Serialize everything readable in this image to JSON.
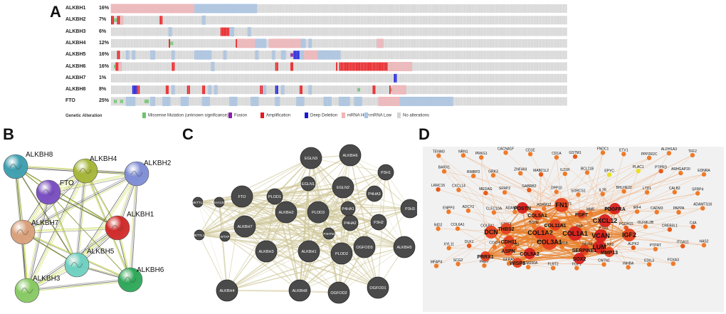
{
  "panels": {
    "a": "A",
    "b": "B",
    "c": "C",
    "d": "D"
  },
  "oncoprint": {
    "genes": [
      {
        "name": "ALKBH1",
        "pct": "16%"
      },
      {
        "name": "ALKBH2",
        "pct": "7%"
      },
      {
        "name": "ALKBH3",
        "pct": "6%"
      },
      {
        "name": "ALKBH4",
        "pct": "12%"
      },
      {
        "name": "ALKBH5",
        "pct": "16%"
      },
      {
        "name": "ALKBH6",
        "pct": "16%"
      },
      {
        "name": "ALKBH7",
        "pct": "1%"
      },
      {
        "name": "ALKBH8",
        "pct": "8%"
      },
      {
        "name": "FTO",
        "pct": "25%"
      }
    ],
    "legend_title": "Genetic Alteration",
    "legend": [
      {
        "label": "Missense Mutation (unknown significance)",
        "color": "#6ec26e"
      },
      {
        "label": "Fusion",
        "color": "#8b1fa8"
      },
      {
        "label": "Amplification",
        "color": "#e8191c"
      },
      {
        "label": "Deep Deletion",
        "color": "#1818d8"
      },
      {
        "label": "mRNA High",
        "color": "#f2b5b8"
      },
      {
        "label": "mRNA Low",
        "color": "#a9c4e4"
      },
      {
        "label": "No alterations",
        "color": "#d4d4d4"
      }
    ]
  },
  "string_network": {
    "nodes": [
      {
        "label": "ALKBH8",
        "color": "#3f9fb0"
      },
      {
        "label": "ALKBH4",
        "color": "#a6b63a"
      },
      {
        "label": "ALKBH2",
        "color": "#7f8ed6"
      },
      {
        "label": "FTO",
        "color": "#7a4fc2"
      },
      {
        "label": "ALKBH1",
        "color": "#d12b2b"
      },
      {
        "label": "ALKBH7",
        "color": "#d9a07c"
      },
      {
        "label": "ALKBH5",
        "color": "#6fd0c0"
      },
      {
        "label": "ALKBH3",
        "color": "#88c964"
      },
      {
        "label": "ALKBH6",
        "color": "#2fa85a"
      }
    ]
  },
  "genemania": {
    "nodes": [
      "EGLN3",
      "ALKBH6",
      "FTO",
      "PLOD1",
      "EGLN1",
      "EGLN2",
      "P3H1",
      "P4HA3",
      "METTL3",
      "KIAA1429",
      "ALKBH7",
      "ALKBH2",
      "PLOD3",
      "P4HA1",
      "P3H3",
      "METTL14",
      "WTAP",
      "P4HTM",
      "P4HA2",
      "P3H2",
      "ALKBH3",
      "ALKBH1",
      "PLOD2",
      "OGFOD3",
      "ALKBH5",
      "ALKBH4",
      "ALKBH8",
      "OGFOD2",
      "OGFOD1"
    ]
  },
  "coexpression": {
    "large": [
      "POSTN",
      "FN1",
      "COL5A1",
      "PDGFRA",
      "COL11A1",
      "FGF7",
      "CXCL12",
      "THBS2",
      "COL1A2",
      "COL1A1",
      "DCN",
      "CDH11",
      "VCAN",
      "IGF2",
      "COL3A1",
      "LUM",
      "SERPINE1",
      "MMP13",
      "COL5A2",
      "ASPN",
      "WISP1",
      "SOX2",
      "PRRX1"
    ],
    "small": [
      "TENM3",
      "NRN1",
      "PRKG1",
      "CACNA1F",
      "CD1E",
      "CD1A",
      "GSTM1",
      "FNDC1",
      "ETV1",
      "PPP2R2C",
      "ALDH1A3",
      "TFF2",
      "BARX1",
      "RIMBP2",
      "GRK3",
      "ZNF469",
      "MAB21L2",
      "IL21R",
      "BCL11B",
      "EPYC",
      "PLAC1",
      "PTPRD",
      "ARHGAP20",
      "EDNRA",
      "LRRC15",
      "CXCL14",
      "MEDAG",
      "SFRP2",
      "GABRB2",
      "DPP10",
      "SORCS1",
      "IL7R",
      "BHLHE22",
      "LTD1",
      "CALB2",
      "SFRP4",
      "ENPP3",
      "ADCY2",
      "CLEC10A",
      "ADAMTS12",
      "ADAM12",
      "KCNT1",
      "MME",
      "KCNA1",
      "IRF4",
      "CADM3",
      "PAPPA",
      "ADAMTS16",
      "NID2",
      "COL6A1",
      "COL8A1",
      "CTCFL",
      "BCHE",
      "COL10A1",
      "PAP",
      "FTIA1",
      "PCDH15",
      "OLFML2B",
      "CREB3L1",
      "C4A",
      "XYL11",
      "DLK1",
      "COCH",
      "EPB2",
      "ARSJ",
      "CDH18",
      "NEFM",
      "LHX2",
      "ALPK2",
      "PTPRT",
      "ITGA11",
      "HAS2",
      "MFAP4",
      "SCG2",
      "PAEP",
      "GFRA1",
      "TMEM200A",
      "FLRT2",
      "FGF1",
      "CNTN1",
      "INHBA",
      "EDIL3",
      "FOXA3"
    ]
  }
}
